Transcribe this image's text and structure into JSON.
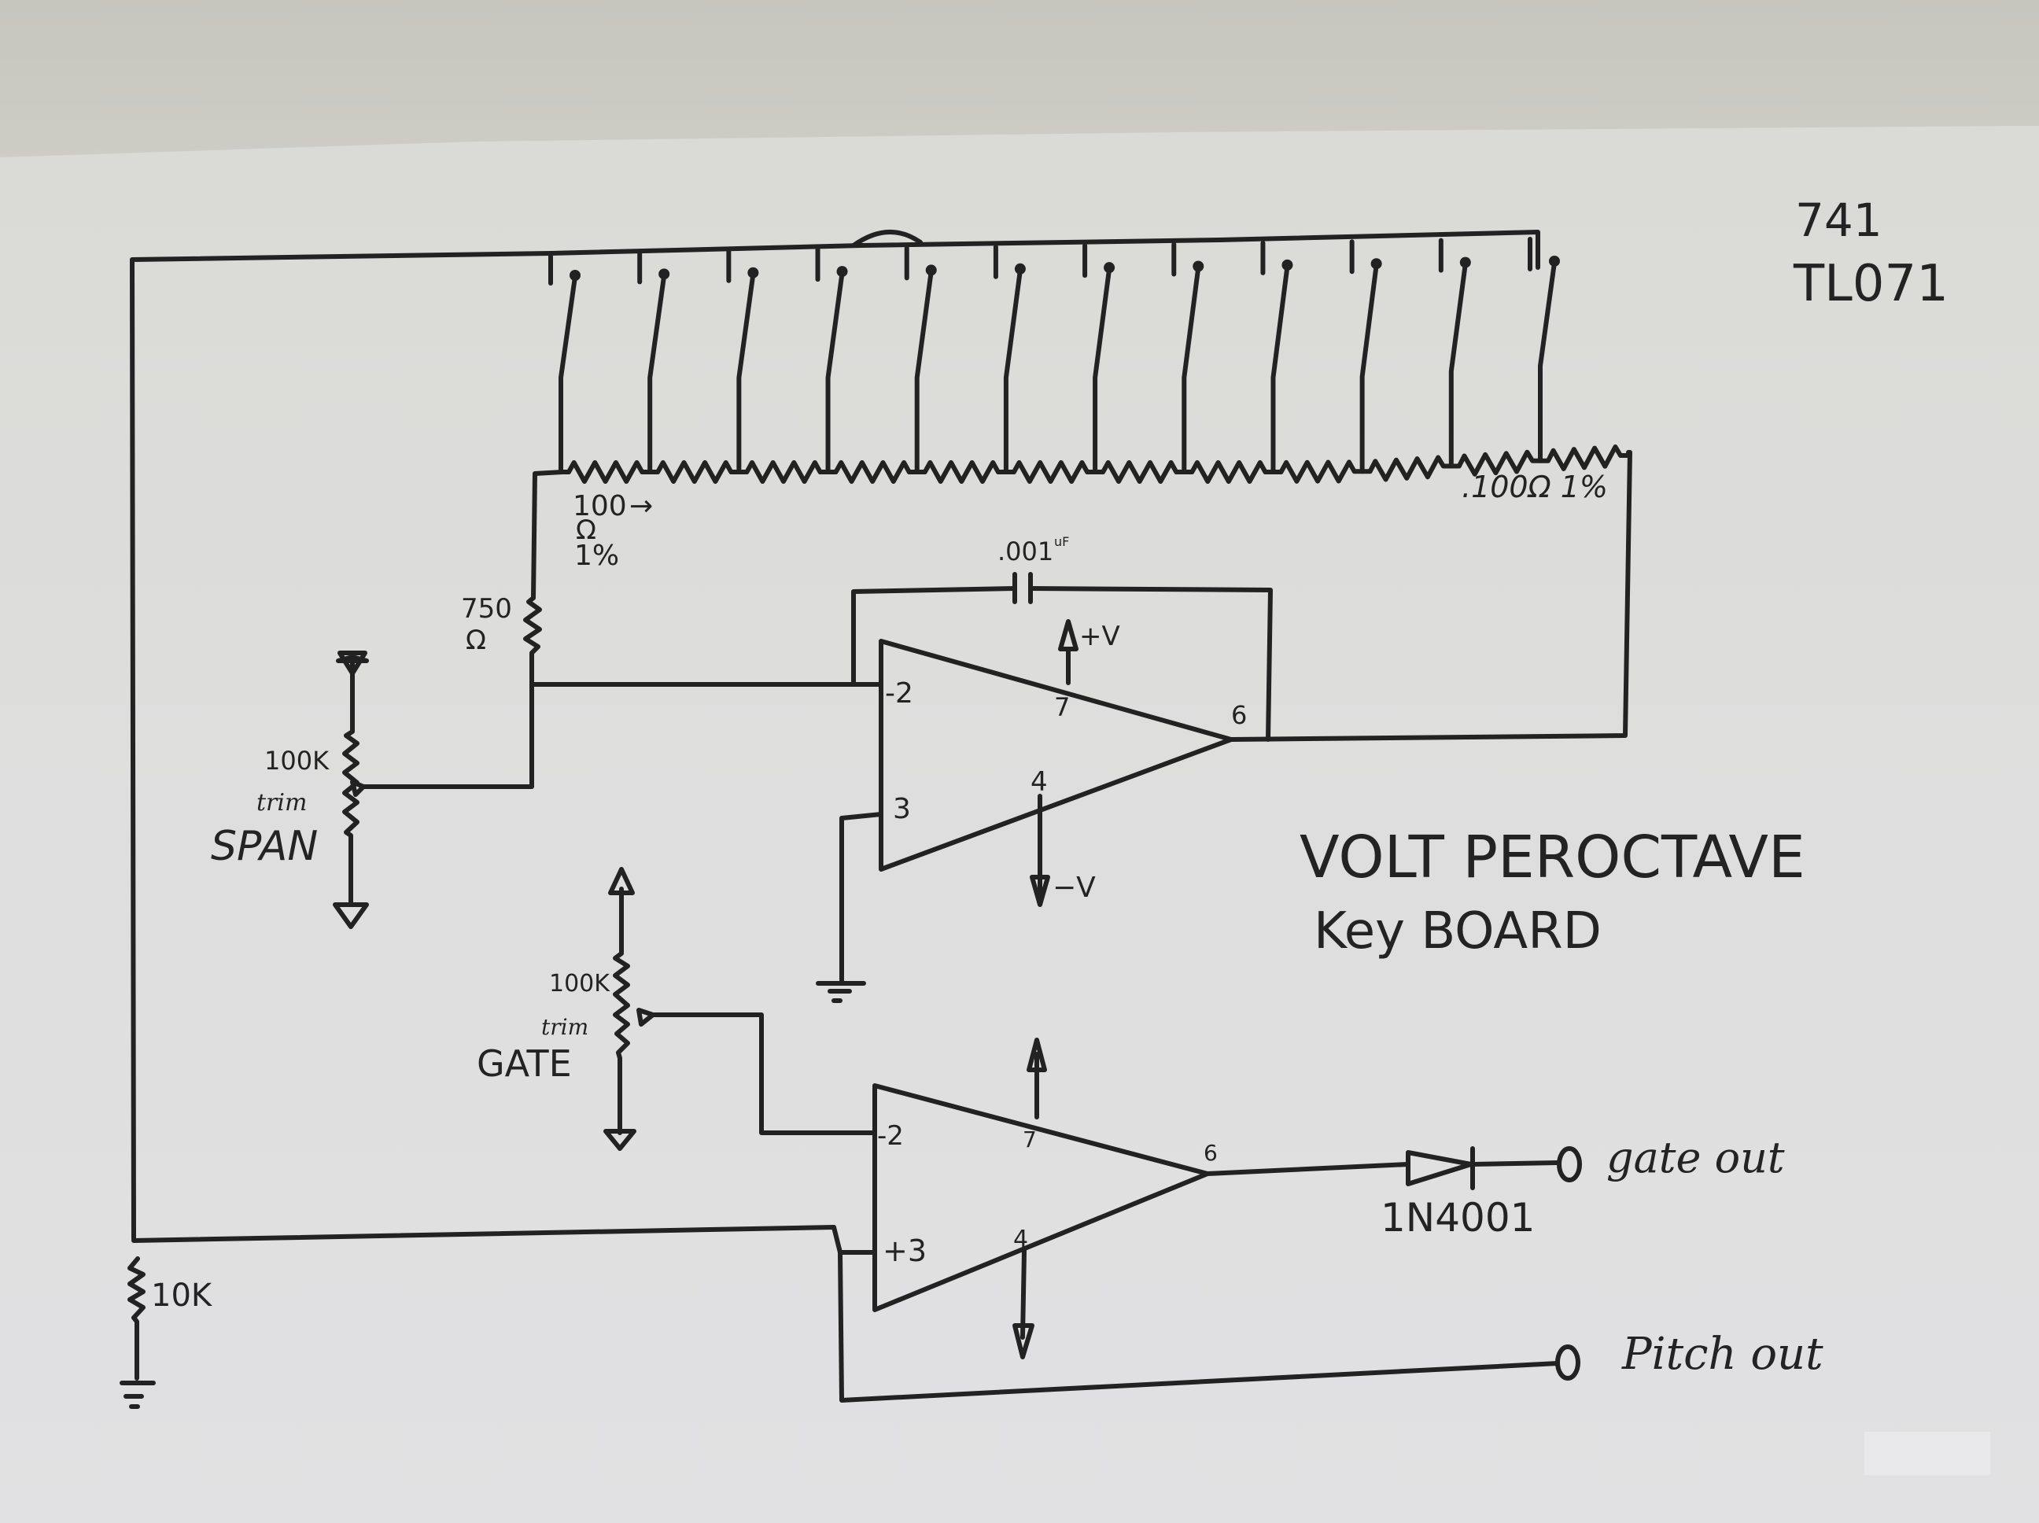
{
  "diagram": {
    "title_line1": "VOLT PEROCTAVE",
    "title_line2": "Key BOARD",
    "opamp_options": [
      "741",
      "TL071"
    ],
    "switch_count": 12,
    "ladder": {
      "resistor_count": 12,
      "first_resistor_label": [
        "100",
        "Ω",
        "1%"
      ],
      "first_resistor_arrow": "→",
      "last_resistor_label": ".100Ω 1%"
    },
    "series_resistor": {
      "value": "750",
      "unit": "Ω"
    },
    "feedback_cap": {
      "value": ".001",
      "unit": "uF"
    },
    "opamp1": {
      "pins": {
        "inverting": "-2",
        "noninverting": "3",
        "vplus": "7",
        "vminus": "4",
        "output": "6"
      },
      "supply_pos": "+V",
      "supply_neg": "−V"
    },
    "span_trim": {
      "value": "100K",
      "type": "trim",
      "name": "SPAN"
    },
    "gate_trim": {
      "value": "100K",
      "type": "trim",
      "name": "GATE"
    },
    "opamp2": {
      "pins": {
        "inverting": "-2",
        "noninverting": "+3",
        "vplus": "7",
        "vminus": "4",
        "output": "6"
      }
    },
    "diode": {
      "part": "1N4001"
    },
    "pulldown_resistor": {
      "value": "10K"
    },
    "outputs": {
      "gate": "gate out",
      "pitch": "Pitch out"
    }
  }
}
